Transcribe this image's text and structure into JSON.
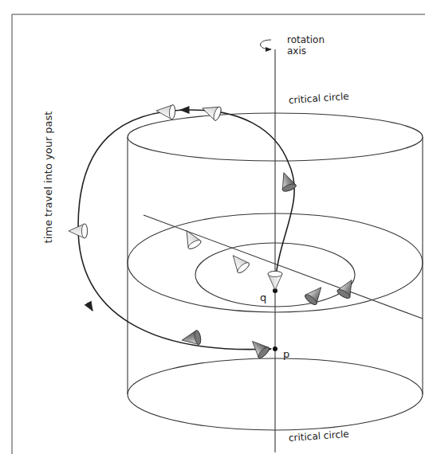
{
  "diagram": {
    "labels": [
      "rotation axis",
      "critical circle",
      "time travel into your past",
      "q",
      "p",
      "critical circle"
    ]
  }
}
